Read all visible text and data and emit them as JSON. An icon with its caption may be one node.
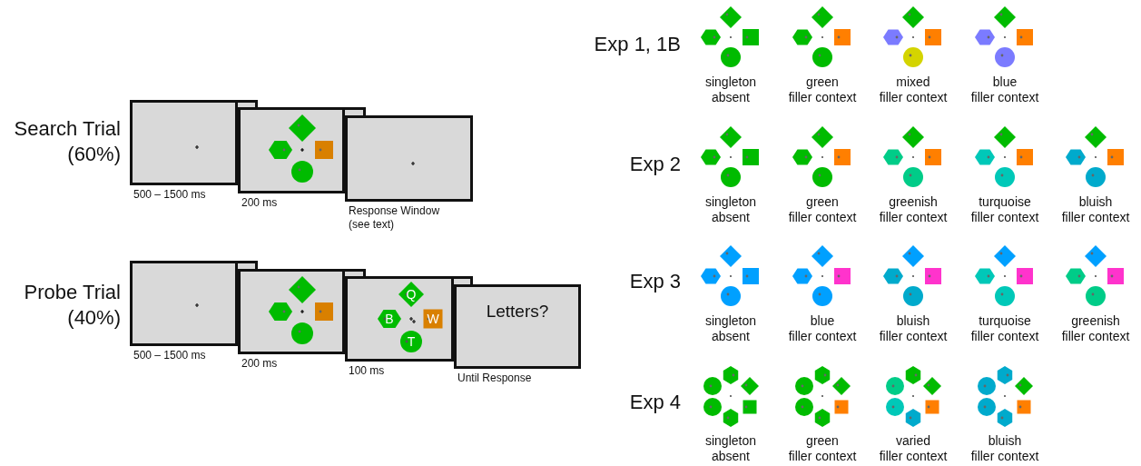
{
  "diagram": {
    "nodes": [
      {
        "text": [],
        "shape": "box",
        "beside": [
          "500 – 1500 ms"
        ]
      },
      {
        "text": [],
        "shape": "box",
        "beside": [
          "200 ms"
        ]
      },
      {
        "text": [],
        "shape": "box",
        "beside": [
          "Response Window (see text)"
        ]
      },
      {
        "text": [],
        "shape": "box",
        "beside": [
          "500 – 1500 ms"
        ]
      },
      {
        "text": [],
        "shape": "box",
        "beside": [
          "200 ms"
        ]
      },
      {
        "text": [],
        "shape": "box",
        "beside": [
          "100 ms"
        ]
      },
      {
        "text": [
          "Q"
        ],
        "in": 5
      },
      {
        "text": [
          "B"
        ],
        "in": 5
      },
      {
        "text": [
          "W"
        ],
        "in": 5
      },
      {
        "text": [
          "T"
        ],
        "in": 5
      },
      {
        "text": [
          "Letters?"
        ],
        "beside": [
          "Until Response"
        ]
      }
    ],
    "labels": [
      "Search Trial (60%)",
      "Probe Trial (40%)",
      "Exp 1, 1B",
      "singleton absent",
      "green filler context",
      "mixed filler context",
      "blue filler context",
      "Exp 2",
      "singleton absent",
      "green filler context",
      "greenish filler context",
      "turquoise filler context",
      "bluish filler context",
      "Exp 3",
      "singleton absent",
      "blue filler context",
      "bluish filler context",
      "turquoise filler context",
      "greenish filler context",
      "Exp 4",
      "singleton absent",
      "green filler context",
      "varied filler context",
      "bluish filler context"
    ]
  }
}
